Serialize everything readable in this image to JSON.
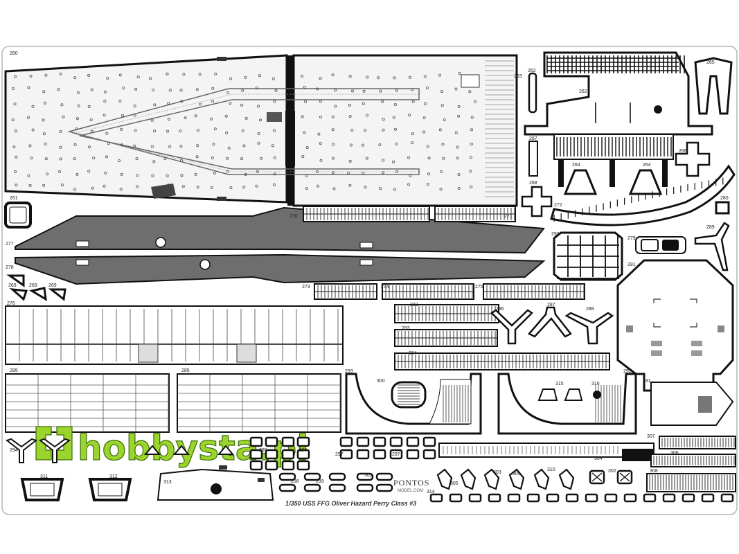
{
  "sheet": {
    "caption": "1/350 USS FFG Oliver Hazard Perry Class #3",
    "brand_name": "PONTOS",
    "brand_site": "MODEL.COM",
    "watermark": "hobbysta.pl",
    "colors": {
      "frame": "#b5b5b5",
      "metal": "#1a1a1a",
      "deck": "#6e6e6e",
      "brass": "#f2f2f2",
      "watermark": "#9bd42c"
    }
  },
  "parts": {
    "p260": "260",
    "p261": "261",
    "p262a": "262",
    "p262b": "262",
    "p263": "263",
    "p264a": "264",
    "p264b": "264",
    "p265": "265",
    "p266": "266",
    "p267": "267",
    "p268": "268",
    "p269a": "269",
    "p269b": "269",
    "p269c": "269",
    "p270": "270",
    "p271": "271",
    "p272": "272",
    "p273": "273",
    "p274": "274",
    "p275": "275",
    "p276": "276",
    "p277": "277",
    "p278": "278",
    "p279": "279",
    "p280": "280",
    "p281": "281",
    "p282": "282",
    "p283": "283",
    "p284": "284",
    "p285a": "285",
    "p285b": "285",
    "p286": "286",
    "p287": "287",
    "p288": "288",
    "p289": "289",
    "p290": "290",
    "p291": "291",
    "p292": "292",
    "p293": "293",
    "p294": "294",
    "p295": "295",
    "p296": "296",
    "p297a": "297",
    "p297b": "297",
    "p298": "298",
    "p299": "299",
    "p300": "300",
    "p301": "301",
    "p302": "302",
    "p303": "303",
    "p304": "304",
    "p305": "305",
    "p306": "306",
    "p307": "307",
    "p308": "308",
    "p309": "309",
    "p310": "310",
    "p311": "311",
    "p312": "312",
    "p313": "313",
    "p314": "314",
    "p315": "315",
    "p316": "316"
  }
}
